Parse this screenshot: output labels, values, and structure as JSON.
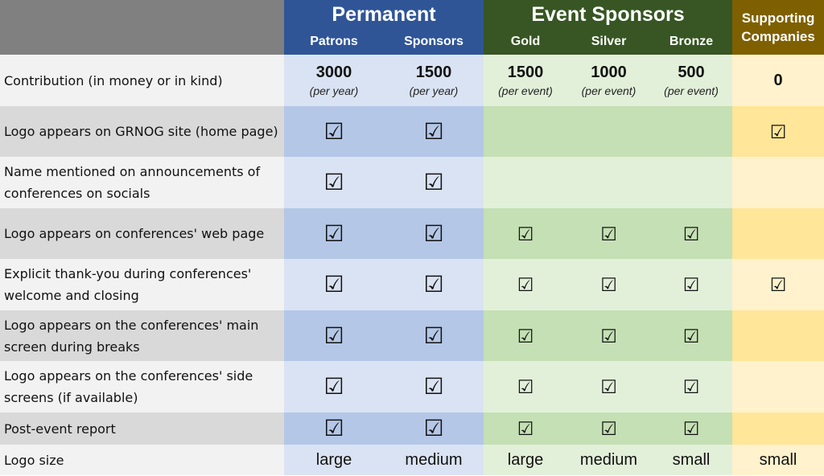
{
  "headers": {
    "permanent": "Permanent",
    "event_sponsors": "Event Sponsors",
    "supporting_line1": "Supporting",
    "supporting_line2": "Companies",
    "sub": [
      "Patrons",
      "Sponsors",
      "Gold",
      "Silver",
      "Bronze"
    ]
  },
  "contribution": {
    "label": "Contribution (in money or in kind)",
    "amounts": [
      "3000",
      "1500",
      "1500",
      "1000",
      "500",
      "0"
    ],
    "periods": [
      "(per year)",
      "(per year)",
      "(per event)",
      "(per event)",
      "(per event)"
    ]
  },
  "check_glyph": "☑",
  "rows": [
    {
      "label1": "Logo appears on GRNOG site (home page)",
      "label2": "",
      "checks": [
        true,
        true,
        false,
        false,
        false,
        true
      ]
    },
    {
      "label1": "Name mentioned on announcements of",
      "label2": "conferences on socials",
      "checks": [
        true,
        true,
        false,
        false,
        false,
        false
      ]
    },
    {
      "label1": "Logo appears on conferences' web page",
      "label2": "",
      "checks": [
        true,
        true,
        true,
        true,
        true,
        false
      ]
    },
    {
      "label1": "Explicit thank-you during conferences'",
      "label2": "welcome and closing",
      "checks": [
        true,
        true,
        true,
        true,
        true,
        true
      ]
    },
    {
      "label1": "Logo appears on the conferences' main",
      "label2": "screen during breaks",
      "checks": [
        true,
        true,
        true,
        true,
        true,
        false
      ]
    },
    {
      "label1": "Logo appears on the conferences' side",
      "label2": "screens (if available)",
      "checks": [
        true,
        true,
        true,
        true,
        true,
        false
      ]
    },
    {
      "label1": "Post-event report",
      "label2": "",
      "checks": [
        true,
        true,
        true,
        true,
        true,
        false
      ]
    }
  ],
  "logo_size": {
    "label": "Logo size",
    "values": [
      "large",
      "medium",
      "large",
      "medium",
      "small",
      "small"
    ]
  },
  "colors": {
    "permanent_header": "#2f5597",
    "event_header": "#375623",
    "supporting_header": "#7f6000",
    "label_dark": "#d9d9d9",
    "label_light": "#f2f2f2",
    "blue_dark": "#b4c7e7",
    "blue_light": "#dae3f3",
    "green_dark": "#c5e0b4",
    "green_light": "#e2f0d9",
    "yellow_dark": "#ffe699",
    "yellow_light": "#fff2cc"
  }
}
